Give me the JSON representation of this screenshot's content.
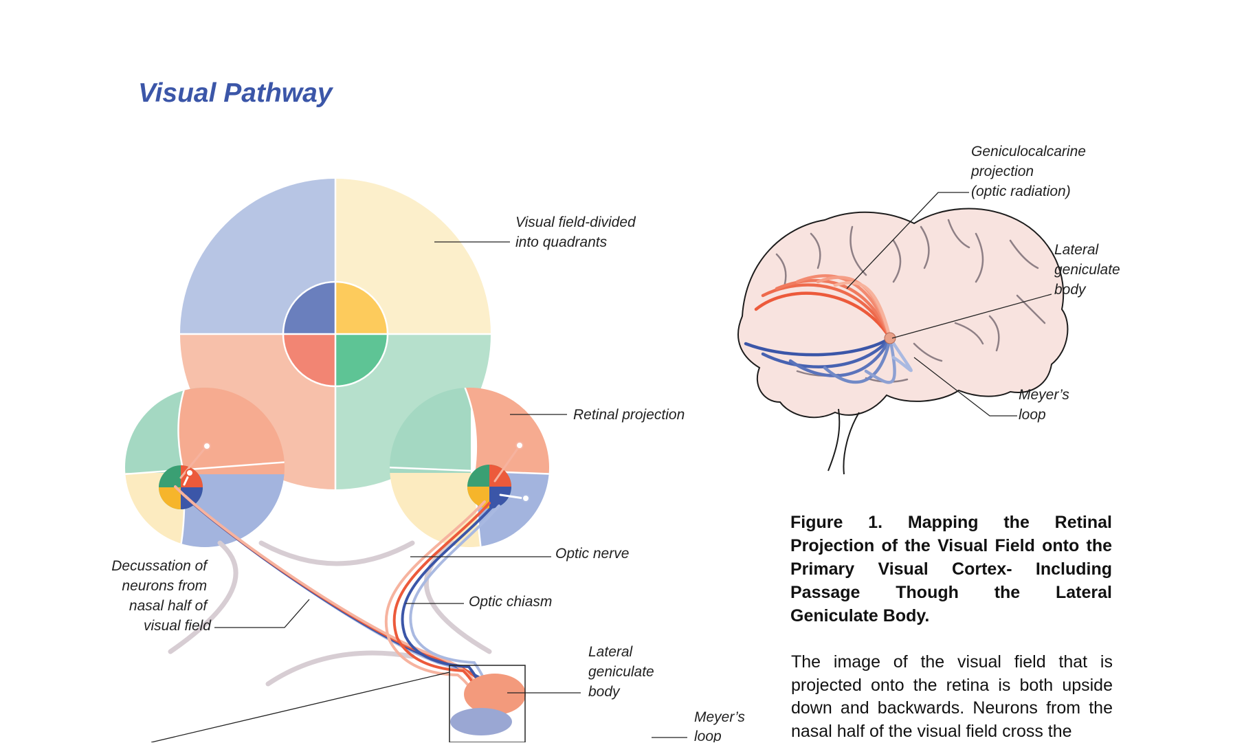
{
  "title": "Visual Pathway",
  "labels": {
    "visual_field": [
      "Visual field-divided",
      "into quadrants"
    ],
    "retinal_projection": "Retinal projection",
    "optic_nerve": "Optic nerve",
    "optic_chiasm": "Optic chiasm",
    "decussation": [
      "Decussation of",
      "neurons from",
      "nasal half of",
      "visual field"
    ],
    "lgb_left": [
      "Lateral",
      "geniculate",
      "body"
    ],
    "meyers_left": [
      "Meyer’s",
      "loop"
    ],
    "geniculocalcarine": [
      "Geniculocalcarine",
      "projection",
      "(optic radiation)"
    ],
    "lgb_brain": [
      "Lateral",
      "geniculate",
      "body"
    ],
    "meyers_brain": [
      "Meyer’s",
      "loop"
    ]
  },
  "caption": "Figure 1. Mapping the Retinal Projection of the Visual Field onto the Primary Visual Cortex- Including Passage Though the Lateral Geniculate Body.",
  "body": "The image of the visual field that is projected onto the retina is both upside down and backwards. Neurons from the nasal half of the visual field cross the",
  "colors": {
    "title": "#3b56a8",
    "quadrant_upper_left": "#b7c5e4",
    "quadrant_upper_right": "#fcefcb",
    "quadrant_lower_left": "#f7c0aa",
    "quadrant_lower_right": "#b6e0cc",
    "center_upper_left": "#6a7fbd",
    "center_upper_right": "#fdcb5c",
    "center_lower_left": "#f28573",
    "center_lower_right": "#5ec495",
    "fiber_red": "#ec5a3b",
    "fiber_blue": "#3b56a8",
    "fiber_light_red": "#f6b39f",
    "fiber_light_blue": "#a9b9e1",
    "brain": "#f8e3df"
  }
}
